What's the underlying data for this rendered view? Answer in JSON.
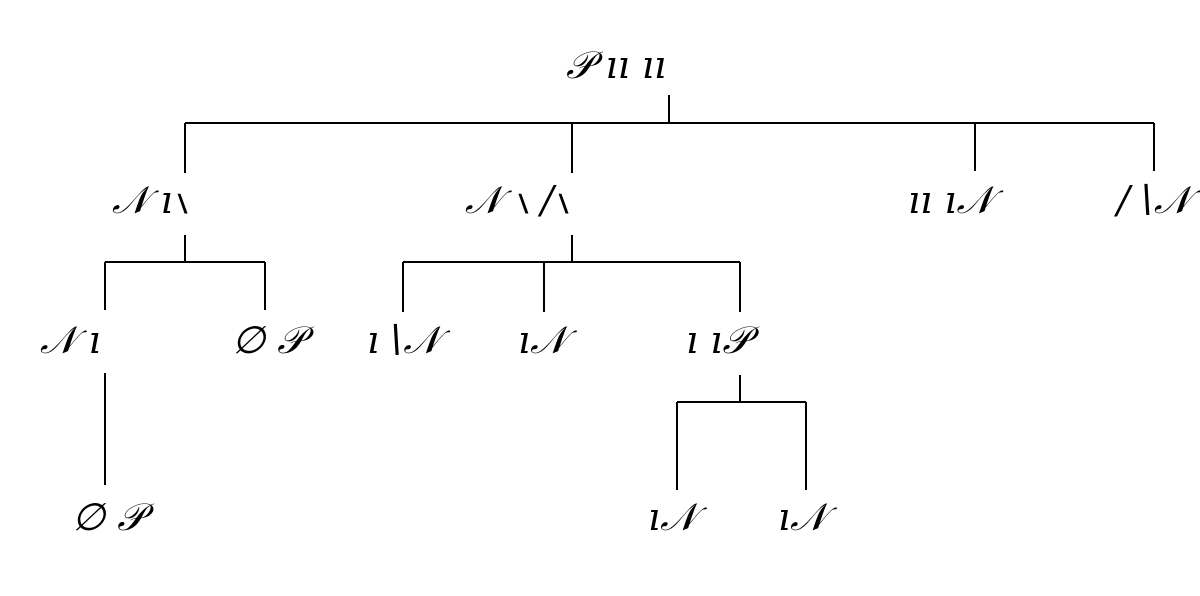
{
  "tree": {
    "root": {
      "label": "𝒫 ıı ıı"
    },
    "nodes": [
      {
        "id": "n1",
        "label": "𝒩 ı∖"
      },
      {
        "id": "n2",
        "label": "𝒩 ∖ /∖"
      },
      {
        "id": "n3",
        "label": "ıı ı𝒩"
      },
      {
        "id": "n4",
        "label": "/∖𝒩"
      },
      {
        "id": "n1a",
        "label": "𝒩 ı"
      },
      {
        "id": "n1b",
        "label": "∅ 𝒫"
      },
      {
        "id": "n1a1",
        "label": "∅ 𝒫"
      },
      {
        "id": "n2a",
        "label": "ı∖𝒩"
      },
      {
        "id": "n2b",
        "label": "ı𝒩"
      },
      {
        "id": "n2c",
        "label": "ı ı𝒫"
      },
      {
        "id": "n2c1",
        "label": "ı𝒩"
      },
      {
        "id": "n2c2",
        "label": "ı𝒩"
      }
    ]
  }
}
